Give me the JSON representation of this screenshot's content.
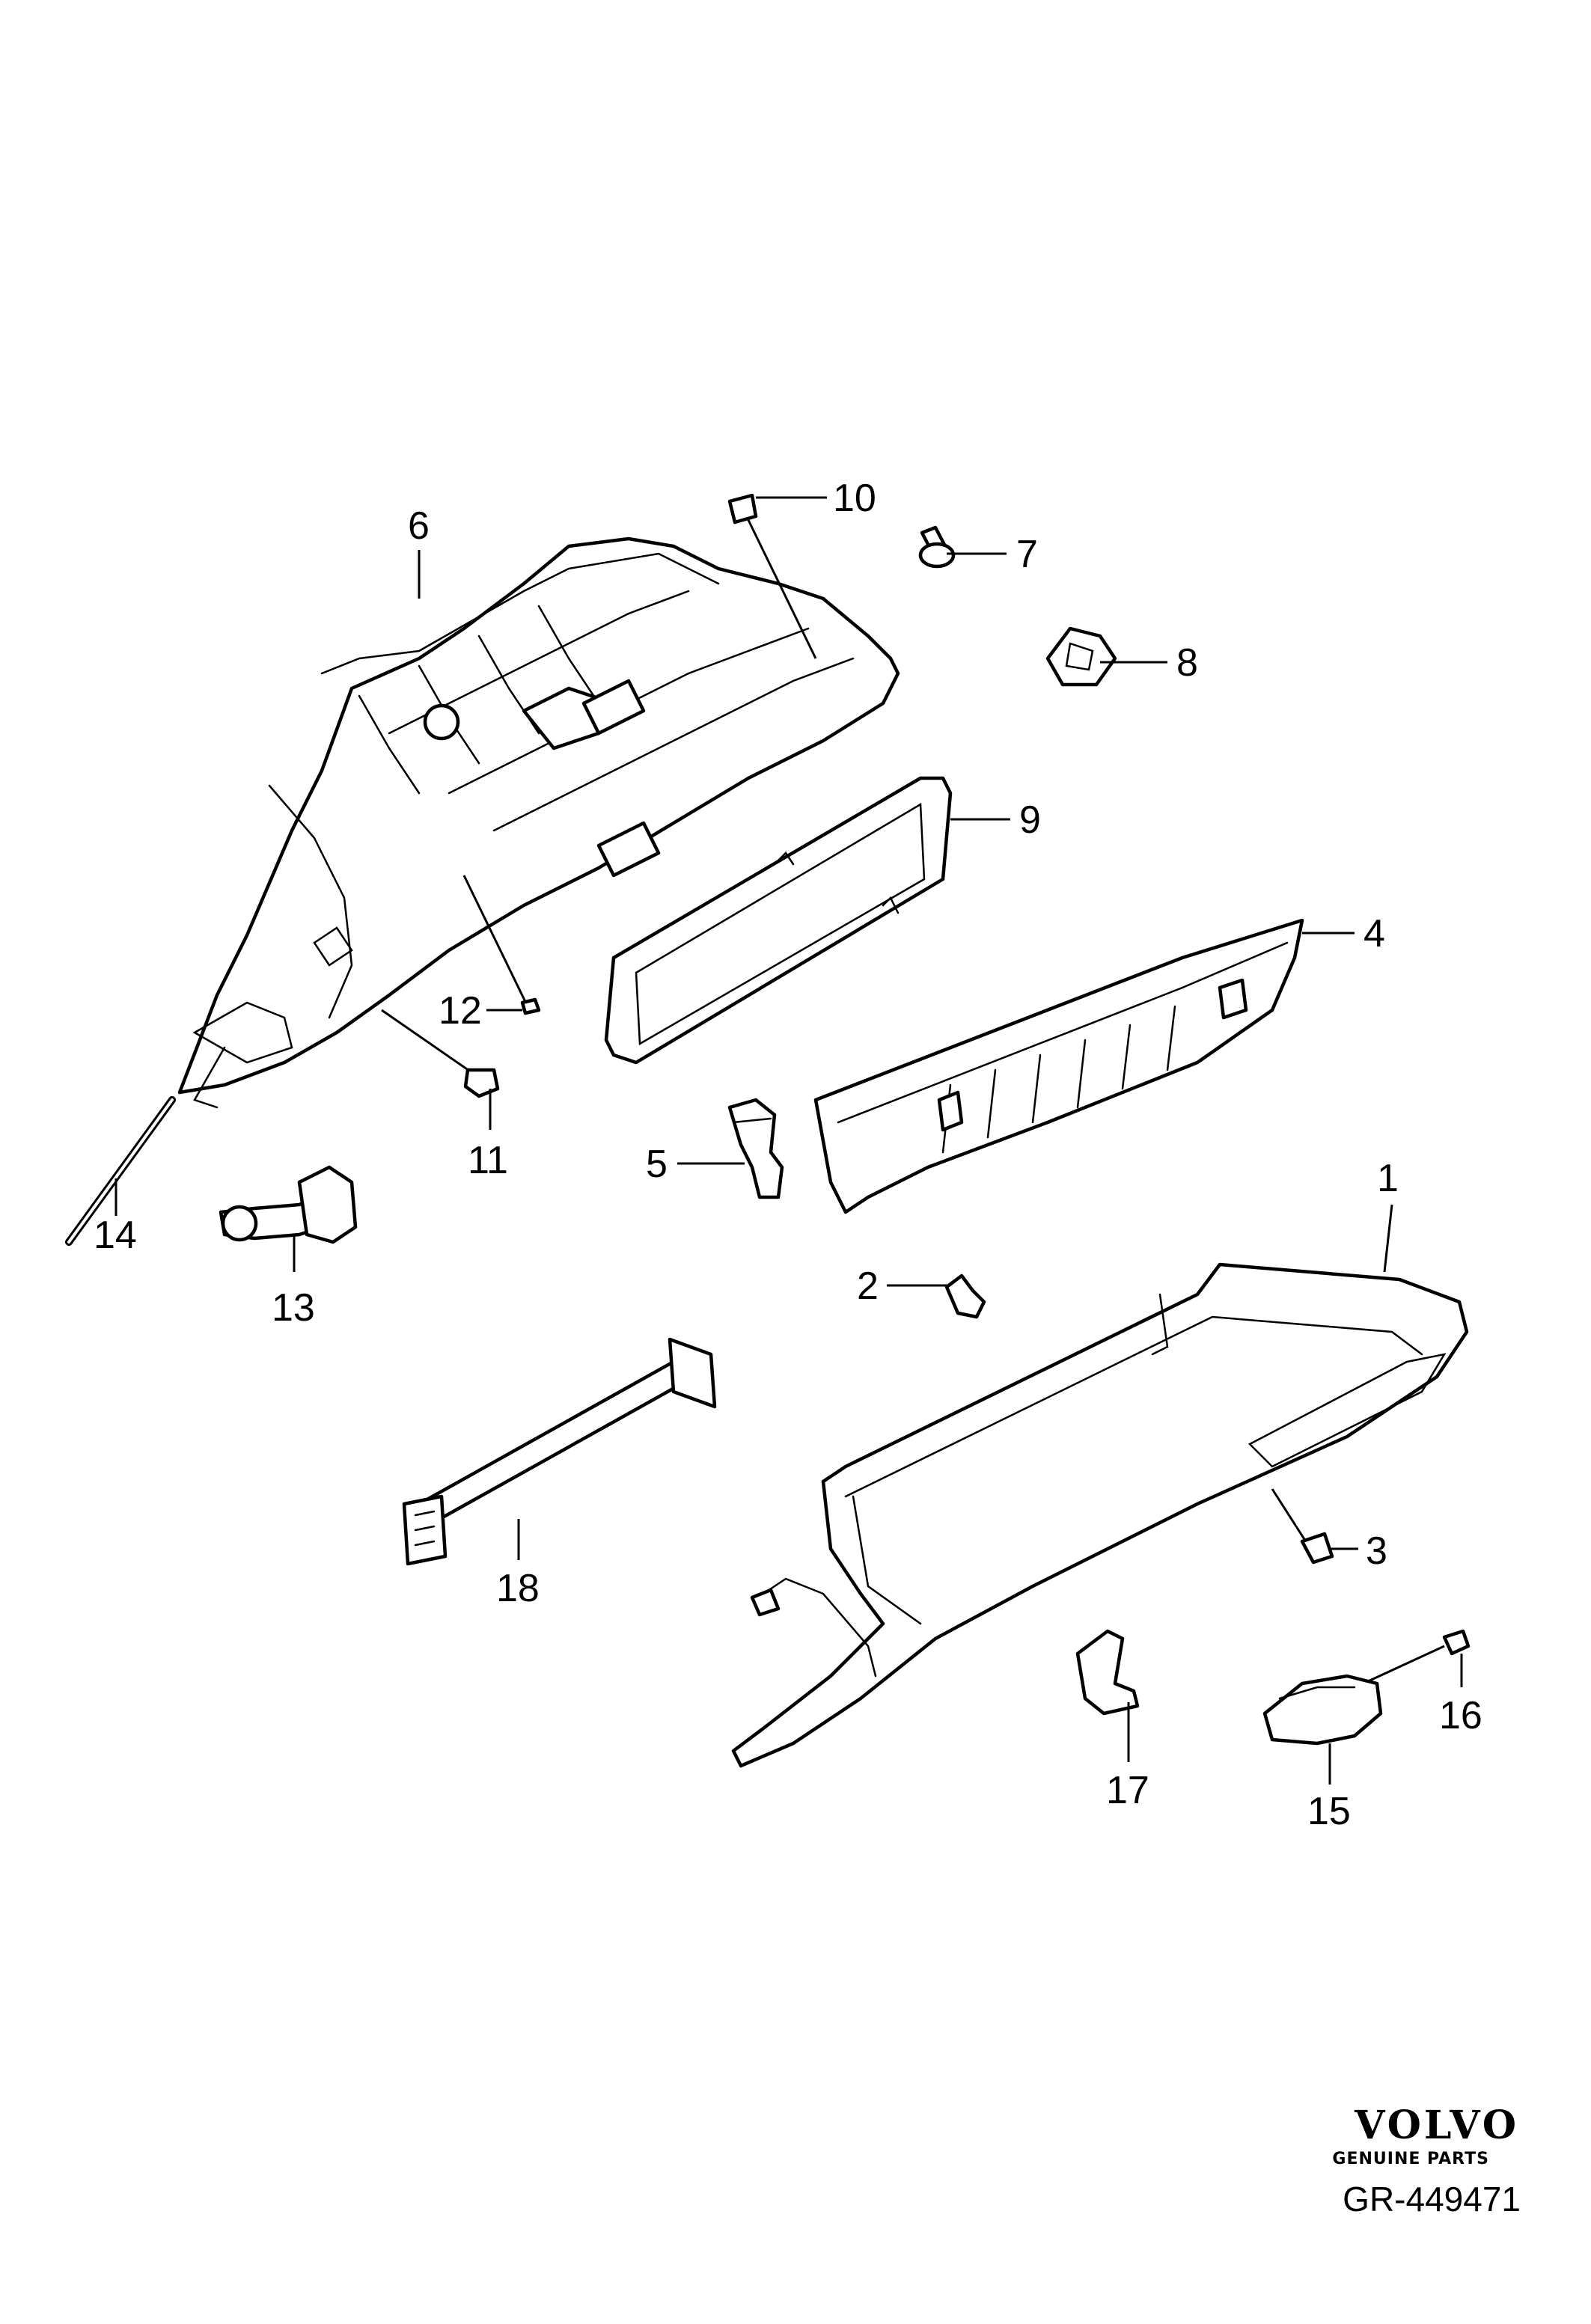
{
  "diagram": {
    "callouts": [
      "1",
      "2",
      "3",
      "4",
      "5",
      "6",
      "7",
      "8",
      "9",
      "10",
      "11",
      "12",
      "13",
      "14",
      "15",
      "16",
      "17",
      "18"
    ]
  },
  "footer": {
    "brand": "VOLVO",
    "brand_sub": "GENUINE PARTS",
    "reference": "GR-449471"
  }
}
